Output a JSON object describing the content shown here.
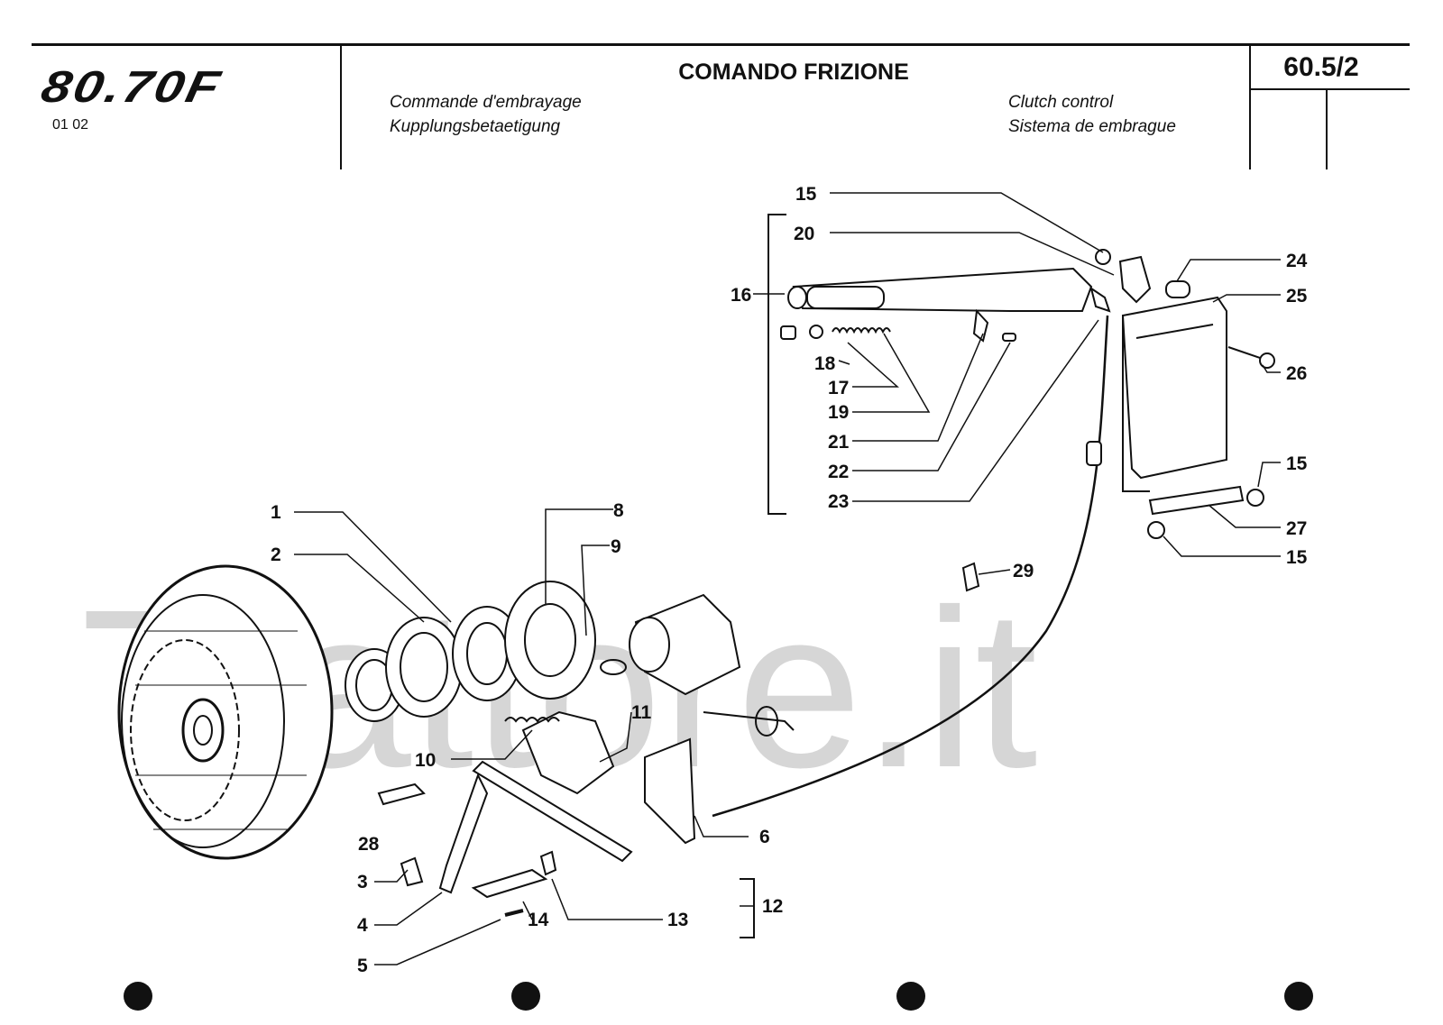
{
  "header": {
    "logo": "80.70F",
    "doc_code": "01 02",
    "title": "COMANDO FRIZIONE",
    "subtitles": {
      "fr": "Commande d'embrayage",
      "de": "Kupplungsbetaetigung",
      "en": "Clutch control",
      "es": "Sistema de embrague"
    },
    "page_number": "60.5/2"
  },
  "watermark": "Trattore.it",
  "callouts": [
    "1",
    "2",
    "3",
    "4",
    "5",
    "6",
    "8",
    "9",
    "10",
    "11",
    "12",
    "13",
    "14",
    "15",
    "16",
    "17",
    "18",
    "19",
    "20",
    "21",
    "22",
    "23",
    "24",
    "25",
    "26",
    "27",
    "28",
    "29"
  ]
}
